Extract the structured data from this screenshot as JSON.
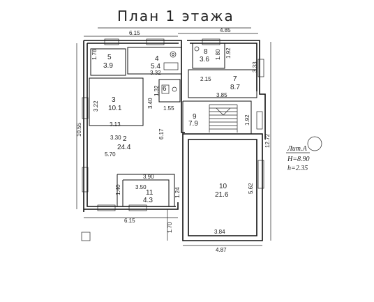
{
  "plan": {
    "title": "План 1 этажа",
    "dimensions": {
      "top_left": "6.15",
      "top_right": "4.85",
      "left_height": "10.55",
      "right_height": "12.72",
      "bottom_left": "6.15",
      "bottom_right": "4.87",
      "side_gap": "1.70",
      "r1_a": "1.78",
      "r4_a": "3.32",
      "r3_h": "3.22",
      "r3_w": "3.13",
      "r6_a": "1.32",
      "r6_b": "3.40",
      "r6_c": "1.55",
      "r8_h": "1.80",
      "r7_h": "1.92",
      "r7_w1": "2.15",
      "r7_side": "3.33",
      "r7_w2": "3.85",
      "stair": "1.92",
      "r2_w1": "3.30",
      "r2_w2": "5.70",
      "r2_h": "6.17",
      "r11_w1": "3.90",
      "r11_h": "1.40",
      "r11_w2": "3.50",
      "r10_side": "1.24",
      "r10_h": "5.62",
      "r10_w": "3.84"
    },
    "rooms": [
      {
        "id": "5",
        "area": "3.9"
      },
      {
        "id": "4",
        "area": "5.4"
      },
      {
        "id": "8",
        "area": "3.6"
      },
      {
        "id": "7",
        "area": "8.7"
      },
      {
        "id": "3",
        "area": "10.1"
      },
      {
        "id": "6",
        "area": ""
      },
      {
        "id": "9",
        "area": "7.9"
      },
      {
        "id": "2",
        "area": "24.4"
      },
      {
        "id": "11",
        "area": "4.3"
      },
      {
        "id": "10",
        "area": "21.6"
      }
    ],
    "legend": {
      "lit": "Лит.А",
      "h_total": "H=8.90",
      "h_inner": "h=2.35"
    }
  }
}
